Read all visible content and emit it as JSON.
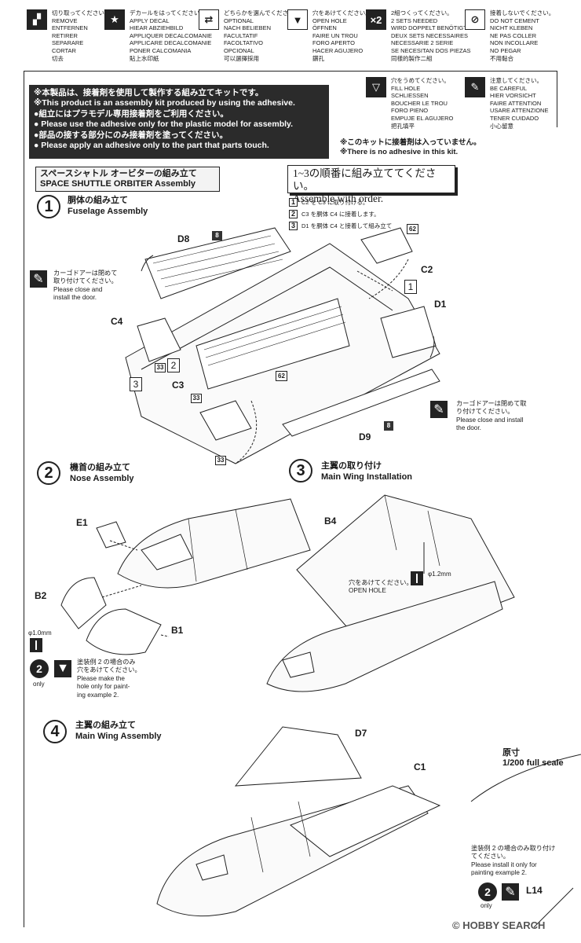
{
  "legend": [
    {
      "icon": "cut-icon",
      "lines": [
        "切り取ってください。",
        "REMOVE",
        "ENTFERNEN",
        "RETIRER",
        "SEPARARE",
        "CORTAR",
        "切去"
      ]
    },
    {
      "icon": "star-icon",
      "lines": [
        "デカールをはってください。",
        "APPLY DECAL",
        "HIEAR ABZIEHBILD",
        "APPLIQUER DECALCOMANIE",
        "APPLICARE DECALCOMANIE",
        "PONER CALCOMANIA",
        "貼上水印紙"
      ]
    },
    {
      "icon": "either-way-icon",
      "lines": [
        "どちらかを選んでください。",
        "OPTIONAL",
        "NACH BELIEBEN",
        "FACULTATIF",
        "FACOLTATIVO",
        "OPCIONAL",
        "可以選擇採用"
      ]
    },
    {
      "icon": "drill-icon",
      "lines": [
        "穴をあけてください。",
        "OPEN HOLE",
        "ÖFFNEN",
        "FAIRE UN TROU",
        "FORO APERTO",
        "HACER AGUJERO",
        "鑽孔"
      ]
    },
    {
      "icon": "x2-icon",
      "label": "×2",
      "lines": [
        "2組つくってください。",
        "2 SETS NEEDED",
        "WIRD DOPPELT BENÖTIGT",
        "DEUX SETS NECESSAIRES",
        "NECESSARIE 2 SERIE",
        "SE NECESITAN DOS PIEZAS",
        "同樣的製作二組"
      ]
    },
    {
      "icon": "no-cement-icon",
      "lines": [
        "接着しないでください。",
        "DO NOT CEMENT",
        "NICHT KLEBEN",
        "NE PAS COLLER",
        "NON INCOLLARE",
        "NO PEGAR",
        "不用黏合"
      ]
    }
  ],
  "legend2": [
    {
      "icon": "fill-hole-icon",
      "lines": [
        "穴をうめてください。",
        "FILL HOLE",
        "SCHLIESSEN",
        "BOUCHER LE TROU",
        "FORO PIENO",
        "EMPUJE EL AGUJERO",
        "把孔填平"
      ]
    },
    {
      "icon": "caution-icon",
      "lines": [
        "注意してください。",
        "BE CAREFUL",
        "HIER VORSICHT",
        "FAIRE ATTENTION",
        "USARE ATTENZIONE",
        "TENER CUIDADO",
        "小心留意"
      ]
    }
  ],
  "notice": [
    "※本製品は、接着剤を使用して製作する組み立てキットです。",
    "※This product is an assembly kit produced by using the adhesive.",
    "●組立にはプラモデル専用接着剤をご利用ください。",
    "● Please use the adhesive only for the plastic model for assembly.",
    "●部品の接する部分にのみ接着剤を塗ってください。",
    "● Please apply an adhesive only to the part that parts touch."
  ],
  "no_adhesive": [
    "※このキットに接着剤は入っていません。",
    "※There is no adhesive in this kit."
  ],
  "section_title": [
    "スペースシャトル オービターの組み立て",
    "SPACE SHUTTLE ORBITER Assembly"
  ],
  "order": {
    "box": [
      "1~3の順番に組み立ててください。",
      "Assemble with order."
    ],
    "steps": [
      {
        "num": "1",
        "text": "C2 を C3 に取り付ける。"
      },
      {
        "num": "2",
        "text": "C3 を胴体 C4 に接着します。"
      },
      {
        "num": "3",
        "text": "D1 を胴体 C4 と接着して組み立て"
      }
    ]
  },
  "steps": [
    {
      "num": "1",
      "jp": "胴体の組み立て",
      "en": "Fuselage Assembly"
    },
    {
      "num": "2",
      "jp": "機首の組み立て",
      "en": "Nose Assembly"
    },
    {
      "num": "3",
      "jp": "主翼の取り付け",
      "en": "Main Wing Installation"
    },
    {
      "num": "4",
      "jp": "主翼の組み立て",
      "en": "Main Wing Assembly"
    }
  ],
  "parts": {
    "d8": "D8",
    "c4": "C4",
    "c3": "C3",
    "c2": "C2",
    "d1": "D1",
    "d9": "D9",
    "e1": "E1",
    "b2": "B2",
    "b1": "B1",
    "b4": "B4",
    "d7": "D7",
    "c1": "C1",
    "l14": "L14"
  },
  "decal_numbers": {
    "n8a": "8",
    "n62a": "62",
    "n62b": "62",
    "n33a": "33",
    "n33b": "33",
    "n33c": "33",
    "n8b": "8"
  },
  "callouts": {
    "door_left": [
      "カーゴドアーは閉めて",
      "取り付けてください。",
      "Please close and",
      "install the door."
    ],
    "door_right": [
      "カーゴドアーは閉めて取",
      "り付けてください。",
      "Please close and install",
      "the door."
    ],
    "hole_b": [
      "穴をあけてください。",
      "OPEN HOLE"
    ],
    "phi12": "φ1.2mm",
    "phi10": "φ1.0mm",
    "paint2_left": [
      "塗装例 2 の場合のみ",
      "穴をあけてください。",
      "Please make the",
      "hole only for paint-",
      "ing example 2."
    ],
    "only": "only",
    "only2": "only",
    "scale": [
      "原寸",
      "1/200 full scale"
    ],
    "paint2_right": [
      "塗装例 2 の場合のみ取り付け",
      "てください。",
      "Please install it only for",
      "painting example 2."
    ]
  },
  "markers": {
    "m1": "1",
    "m2": "2",
    "m3": "3",
    "m2b": "2",
    "m2c": "2"
  },
  "watermark": "© HOBBY SEARCH"
}
